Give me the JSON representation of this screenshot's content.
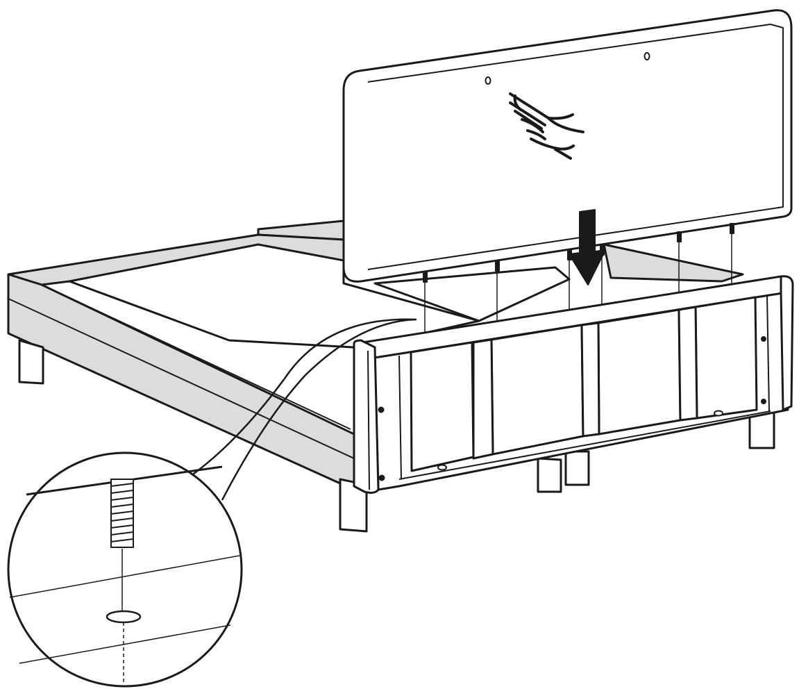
{
  "diagram": {
    "kind": "assembly-instruction",
    "subject": "headboard-attachment-to-bed-frame",
    "icons": {
      "hint": "pointing-hand-icon",
      "direction": "down-arrow-icon",
      "detail": "magnifier-callout"
    },
    "colors": {
      "line": "#1a1a1a",
      "panel_fill": "#ffffff",
      "upholstery_fill": "#dcdcdc",
      "arrow_fill": "#1a1a1a",
      "background": "#ffffff"
    }
  }
}
